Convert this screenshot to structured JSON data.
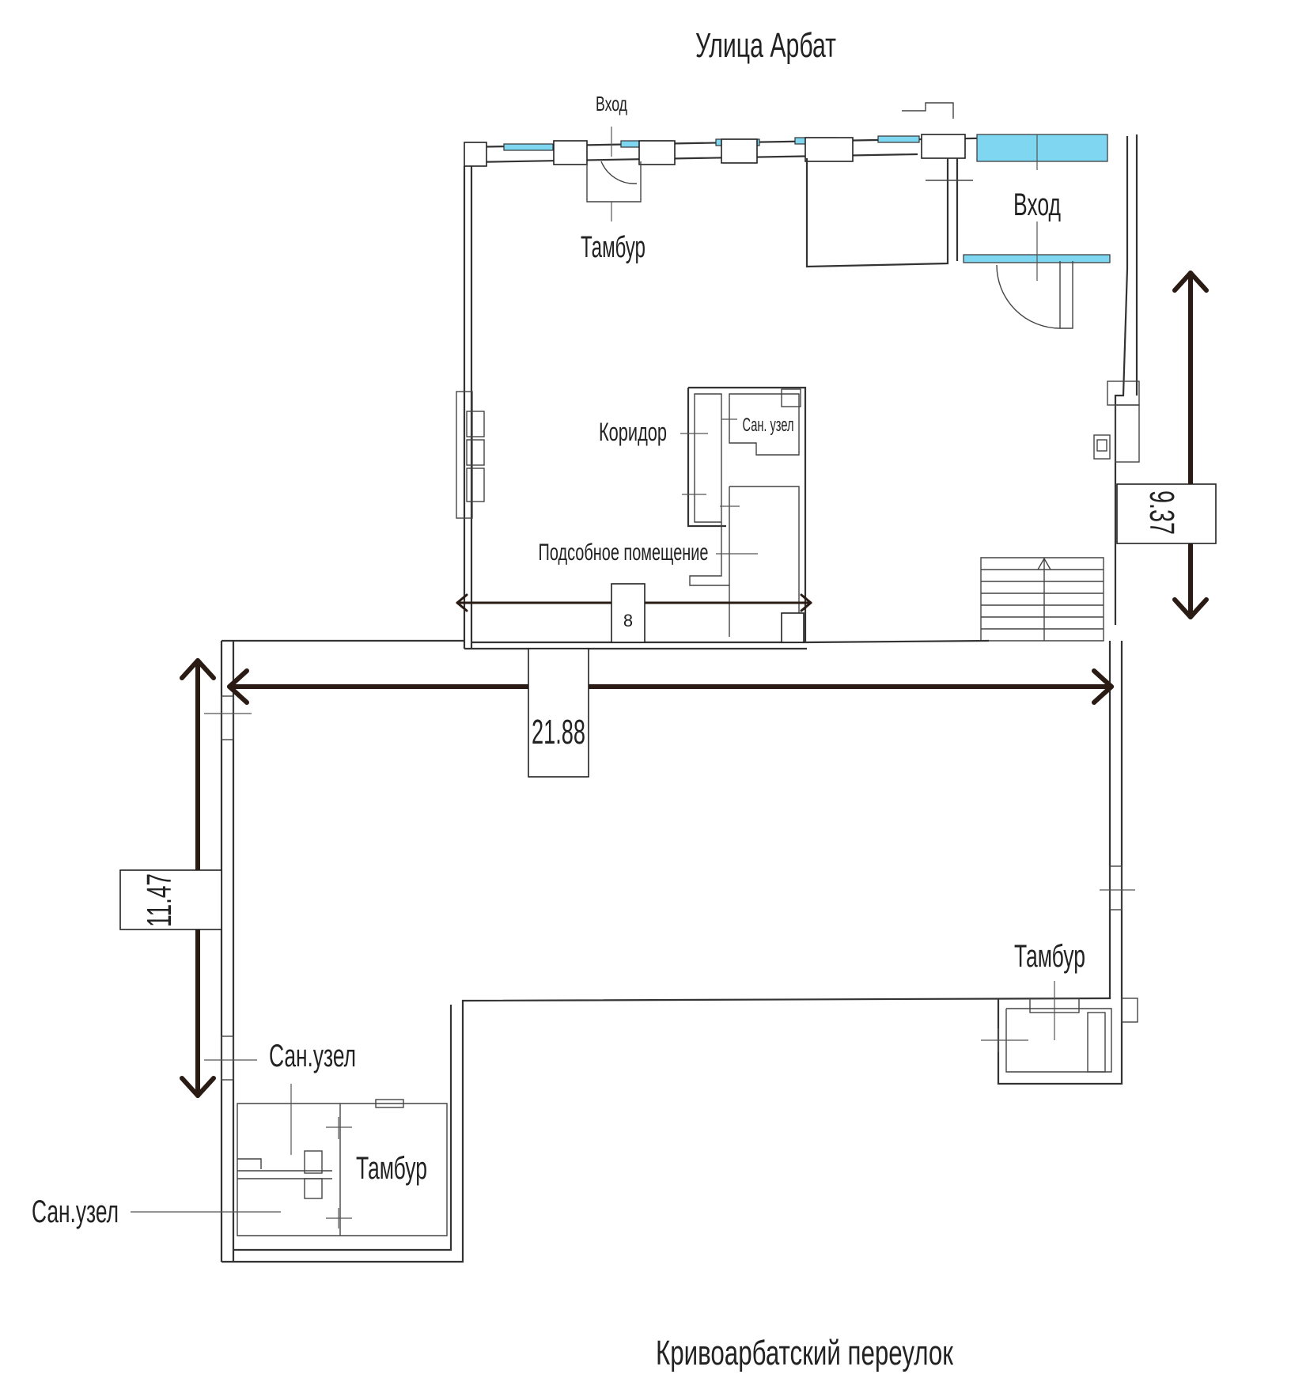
{
  "streets": {
    "top": "Улица Арбат",
    "bottom": "Кривоарбатский переулок"
  },
  "rooms": {
    "entrance_small": "Вход",
    "entrance_large": "Вход",
    "vestibule_top": "Тамбур",
    "corridor": "Коридор",
    "wc_upper": "Сан. узел",
    "utility_room": "Подсобное помещение",
    "vestibule_right": "Тамбур",
    "wc_lower": "Сан.узел",
    "vestibule_bottom": "Тамбур",
    "wc_bottom_left": "Сан.узел"
  },
  "dimensions": {
    "width_upper_label": "8",
    "width_total_label": "21.88",
    "height_right_label": "9.37",
    "height_left_label": "11.47"
  },
  "colors": {
    "window_glass": "#7fd6f0",
    "dimension_arrow": "#2a1c14"
  }
}
